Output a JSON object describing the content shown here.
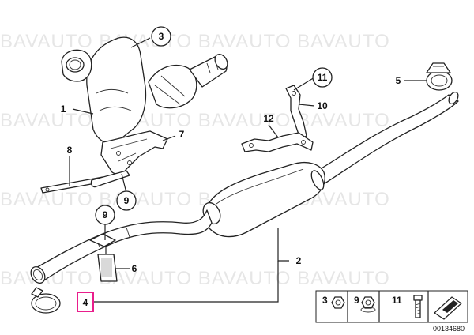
{
  "watermark": "BAVAUTO BAVAUTO BAVAUTO BAVAUTO",
  "callouts": {
    "c1": "1",
    "c2": "2",
    "c3": "3",
    "c4": "4",
    "c5": "5",
    "c6": "6",
    "c7": "7",
    "c8": "8",
    "c9a": "9",
    "c9b": "9",
    "c10": "10",
    "c11": "11",
    "c12": "12"
  },
  "legend": {
    "k3": "3",
    "k9": "9",
    "k11": "11"
  },
  "doc_number": "00134680",
  "colors": {
    "highlight": "#e91e8c",
    "line": "#222222",
    "watermark": "#e6e6e6"
  }
}
